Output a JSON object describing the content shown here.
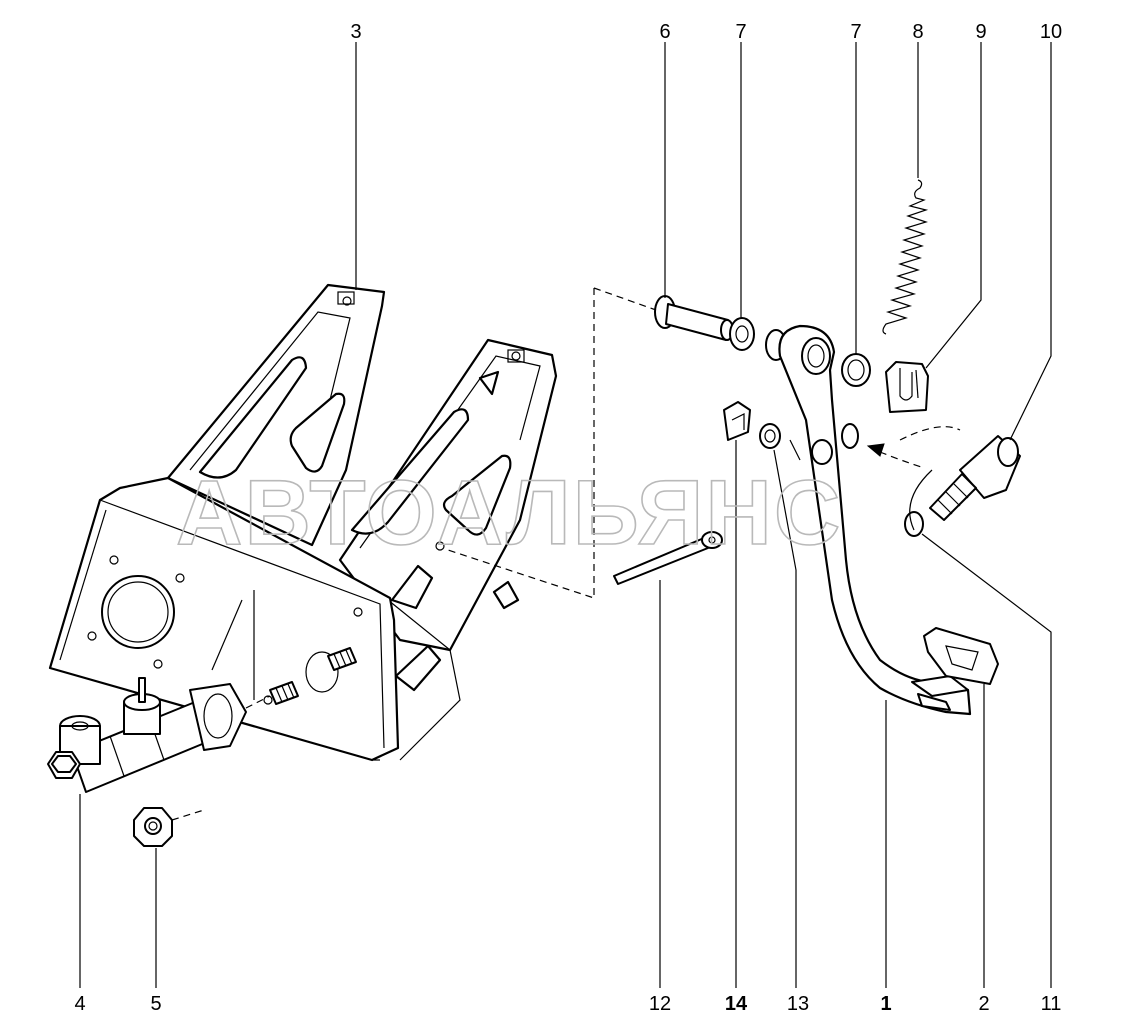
{
  "watermark": "АВТОАЛЬЯНС",
  "labels": {
    "l3": "3",
    "l6": "6",
    "l7a": "7",
    "l7b": "7",
    "l8": "8",
    "l9": "9",
    "l10": "10",
    "l4": "4",
    "l5": "5",
    "l12": "12",
    "l14": "14",
    "l13": "13",
    "l1": "1",
    "l2": "2",
    "l11": "11"
  }
}
